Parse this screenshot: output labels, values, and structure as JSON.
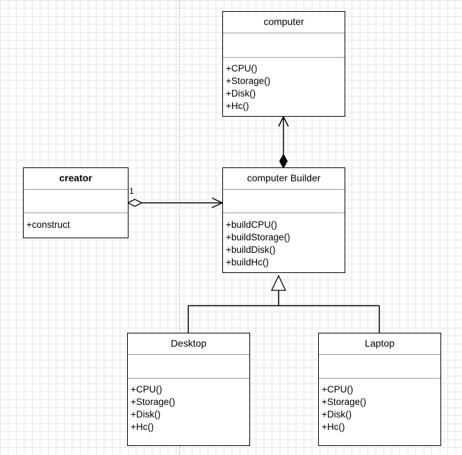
{
  "classes": {
    "computer": {
      "name": "computer",
      "operations": [
        "+CPU()",
        "+Storage()",
        "+Disk()",
        "+Hc()"
      ]
    },
    "creator": {
      "name": "creator",
      "operations": [
        "+construct"
      ]
    },
    "computer_builder": {
      "name": "computer Builder",
      "operations": [
        "+buildCPU()",
        "+buildStorage()",
        "+buildDisk()",
        "+buildHc()"
      ]
    },
    "desktop": {
      "name": "Desktop",
      "operations": [
        "+CPU()",
        "+Storage()",
        "+Disk()",
        "+Hc()"
      ]
    },
    "laptop": {
      "name": "Laptop",
      "operations": [
        "+CPU()",
        "+Storage()",
        "+Disk()",
        "+Hc()"
      ]
    }
  },
  "relations": {
    "creator_to_builder_multiplicity": "1",
    "builder_composes_computer": "composition",
    "creator_aggregates_builder": "aggregation",
    "desktop_extends_builder": "generalization",
    "laptop_extends_builder": "generalization"
  }
}
